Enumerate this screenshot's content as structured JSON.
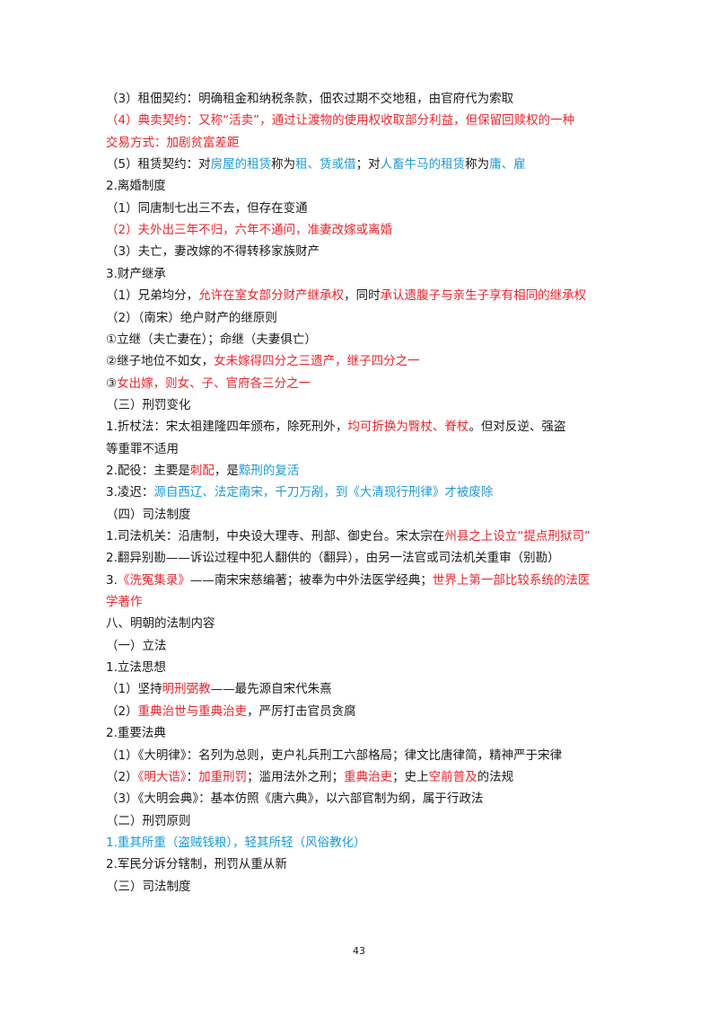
{
  "lines": [
    [
      [
        "k",
        "（3）租佃契约：明确租金和纳税条款，佃农过期不交地租，由官府代为索取"
      ]
    ],
    [
      [
        "r",
        "（4）典卖契约：又称“活卖”，通过让渡物的使用权收取部分利益，但保留回赎权的一种"
      ]
    ],
    [
      [
        "r",
        "交易方式：加剧贫富差距"
      ]
    ],
    [
      [
        "k",
        "（5）租赁契约：对"
      ],
      [
        "b",
        "房屋的租赁"
      ],
      [
        "k",
        "称为"
      ],
      [
        "b",
        "租、赁或借"
      ],
      [
        "k",
        "；对"
      ],
      [
        "b",
        "人畜牛马的租赁"
      ],
      [
        "k",
        "称为"
      ],
      [
        "b",
        "庸、雇"
      ]
    ],
    [
      [
        "k",
        "2.离婚制度"
      ]
    ],
    [
      [
        "k",
        "（1）同唐制七出三不去，但存在变通"
      ]
    ],
    [
      [
        "r",
        "（2）夫外出三年不归，六年不通问，准妻改嫁或离婚"
      ]
    ],
    [
      [
        "k",
        "（3）夫亡，妻改嫁的不得转移家族财产"
      ]
    ],
    [
      [
        "k",
        "3.财产继承"
      ]
    ],
    [
      [
        "k",
        "（1）兄弟均分，"
      ],
      [
        "r",
        "允许在室女部分财产继承权"
      ],
      [
        "k",
        "，同时"
      ],
      [
        "r",
        "承认遗腹子与亲生子享有相同的继承权"
      ]
    ],
    [
      [
        "k",
        "（2）（南宋）绝户财产的继原则"
      ]
    ],
    [
      [
        "k",
        "①立继（夫亡妻在）；命继（夫妻俱亡）"
      ]
    ],
    [
      [
        "k",
        "②继子地位不如女，"
      ],
      [
        "r",
        "女未嫁得四分之三遗产，继子四分之一"
      ]
    ],
    [
      [
        "k",
        "③"
      ],
      [
        "r",
        "女出嫁，则女、子、官府各三分之一"
      ]
    ],
    [
      [
        "k",
        "（三）刑罚变化"
      ]
    ],
    [
      [
        "k",
        "1.折杖法：宋太祖建隆四年颁布，除死刑外，"
      ],
      [
        "r",
        "均可折换为臀杖、脊杖"
      ],
      [
        "k",
        "。但对反逆、强盗"
      ]
    ],
    [
      [
        "k",
        "等重罪不适用"
      ]
    ],
    [
      [
        "k",
        "2.配役：主要是"
      ],
      [
        "r",
        "刺配"
      ],
      [
        "k",
        "，是"
      ],
      [
        "b",
        "黥刑的复活"
      ]
    ],
    [
      [
        "k",
        "3.凌迟："
      ],
      [
        "b",
        "源自西辽、法定南宋，千刀万剐，到《大清现行刑律》才被废除"
      ]
    ],
    [
      [
        "k",
        "（四）司法制度"
      ]
    ],
    [
      [
        "k",
        "1.司法机关：沿唐制，中央设大理寺、刑部、御史台。宋太宗在"
      ],
      [
        "r",
        "州县之上设立“提点刑狱司”"
      ]
    ],
    [
      [
        "k",
        "2.翻异别勘——诉讼过程中犯人翻供的（翻异），由另一法官或司法机关重审（别勘）"
      ]
    ],
    [
      [
        "k",
        "3."
      ],
      [
        "r",
        "《洗冤集录》"
      ],
      [
        "k",
        "——南宋宋慈编著；被奉为中外法医学经典；"
      ],
      [
        "r",
        "世界上第一部比较系统的法医"
      ]
    ],
    [
      [
        "r",
        "学著作"
      ]
    ],
    [
      [
        "k",
        "八、明朝的法制内容"
      ]
    ],
    [
      [
        "k",
        "（一）立法"
      ]
    ],
    [
      [
        "k",
        "1.立法思想"
      ]
    ],
    [
      [
        "k",
        "（1）坚持"
      ],
      [
        "r",
        "明刑弼教"
      ],
      [
        "k",
        "——最先源自宋代朱熹"
      ]
    ],
    [
      [
        "k",
        "（2）"
      ],
      [
        "r",
        "重典治世与重典治吏"
      ],
      [
        "k",
        "，严厉打击官员贪腐"
      ]
    ],
    [
      [
        "k",
        "2.重要法典"
      ]
    ],
    [
      [
        "k",
        "（1）《大明律》：名列为总则，吏户礼兵刑工六部格局；律文比唐律简，精神严于宋律"
      ]
    ],
    [
      [
        "k",
        "（2）"
      ],
      [
        "r",
        "《明大诰》"
      ],
      [
        "k",
        "："
      ],
      [
        "r",
        "加重刑罚"
      ],
      [
        "k",
        "；滥用法外之刑；"
      ],
      [
        "r",
        "重典治吏"
      ],
      [
        "k",
        "；史上"
      ],
      [
        "r",
        "空前普及"
      ],
      [
        "k",
        "的法规"
      ]
    ],
    [
      [
        "k",
        "（3）《大明会典》：基本仿照《唐六典》，以六部官制为纲，属于行政法"
      ]
    ],
    [
      [
        "k",
        "（二）刑罚原则"
      ]
    ],
    [
      [
        "b",
        "1.重其所重（盗贼钱粮），轻其所轻（风俗教化）"
      ]
    ],
    [
      [
        "k",
        "2.军民分诉分辖制，刑罚从重从新"
      ]
    ],
    [
      [
        "k",
        "（三）司法制度"
      ]
    ]
  ],
  "page_number": "43",
  "colors": {
    "red": "#e8262d",
    "blue": "#1e9ad6",
    "black": "#1a1a1a"
  }
}
